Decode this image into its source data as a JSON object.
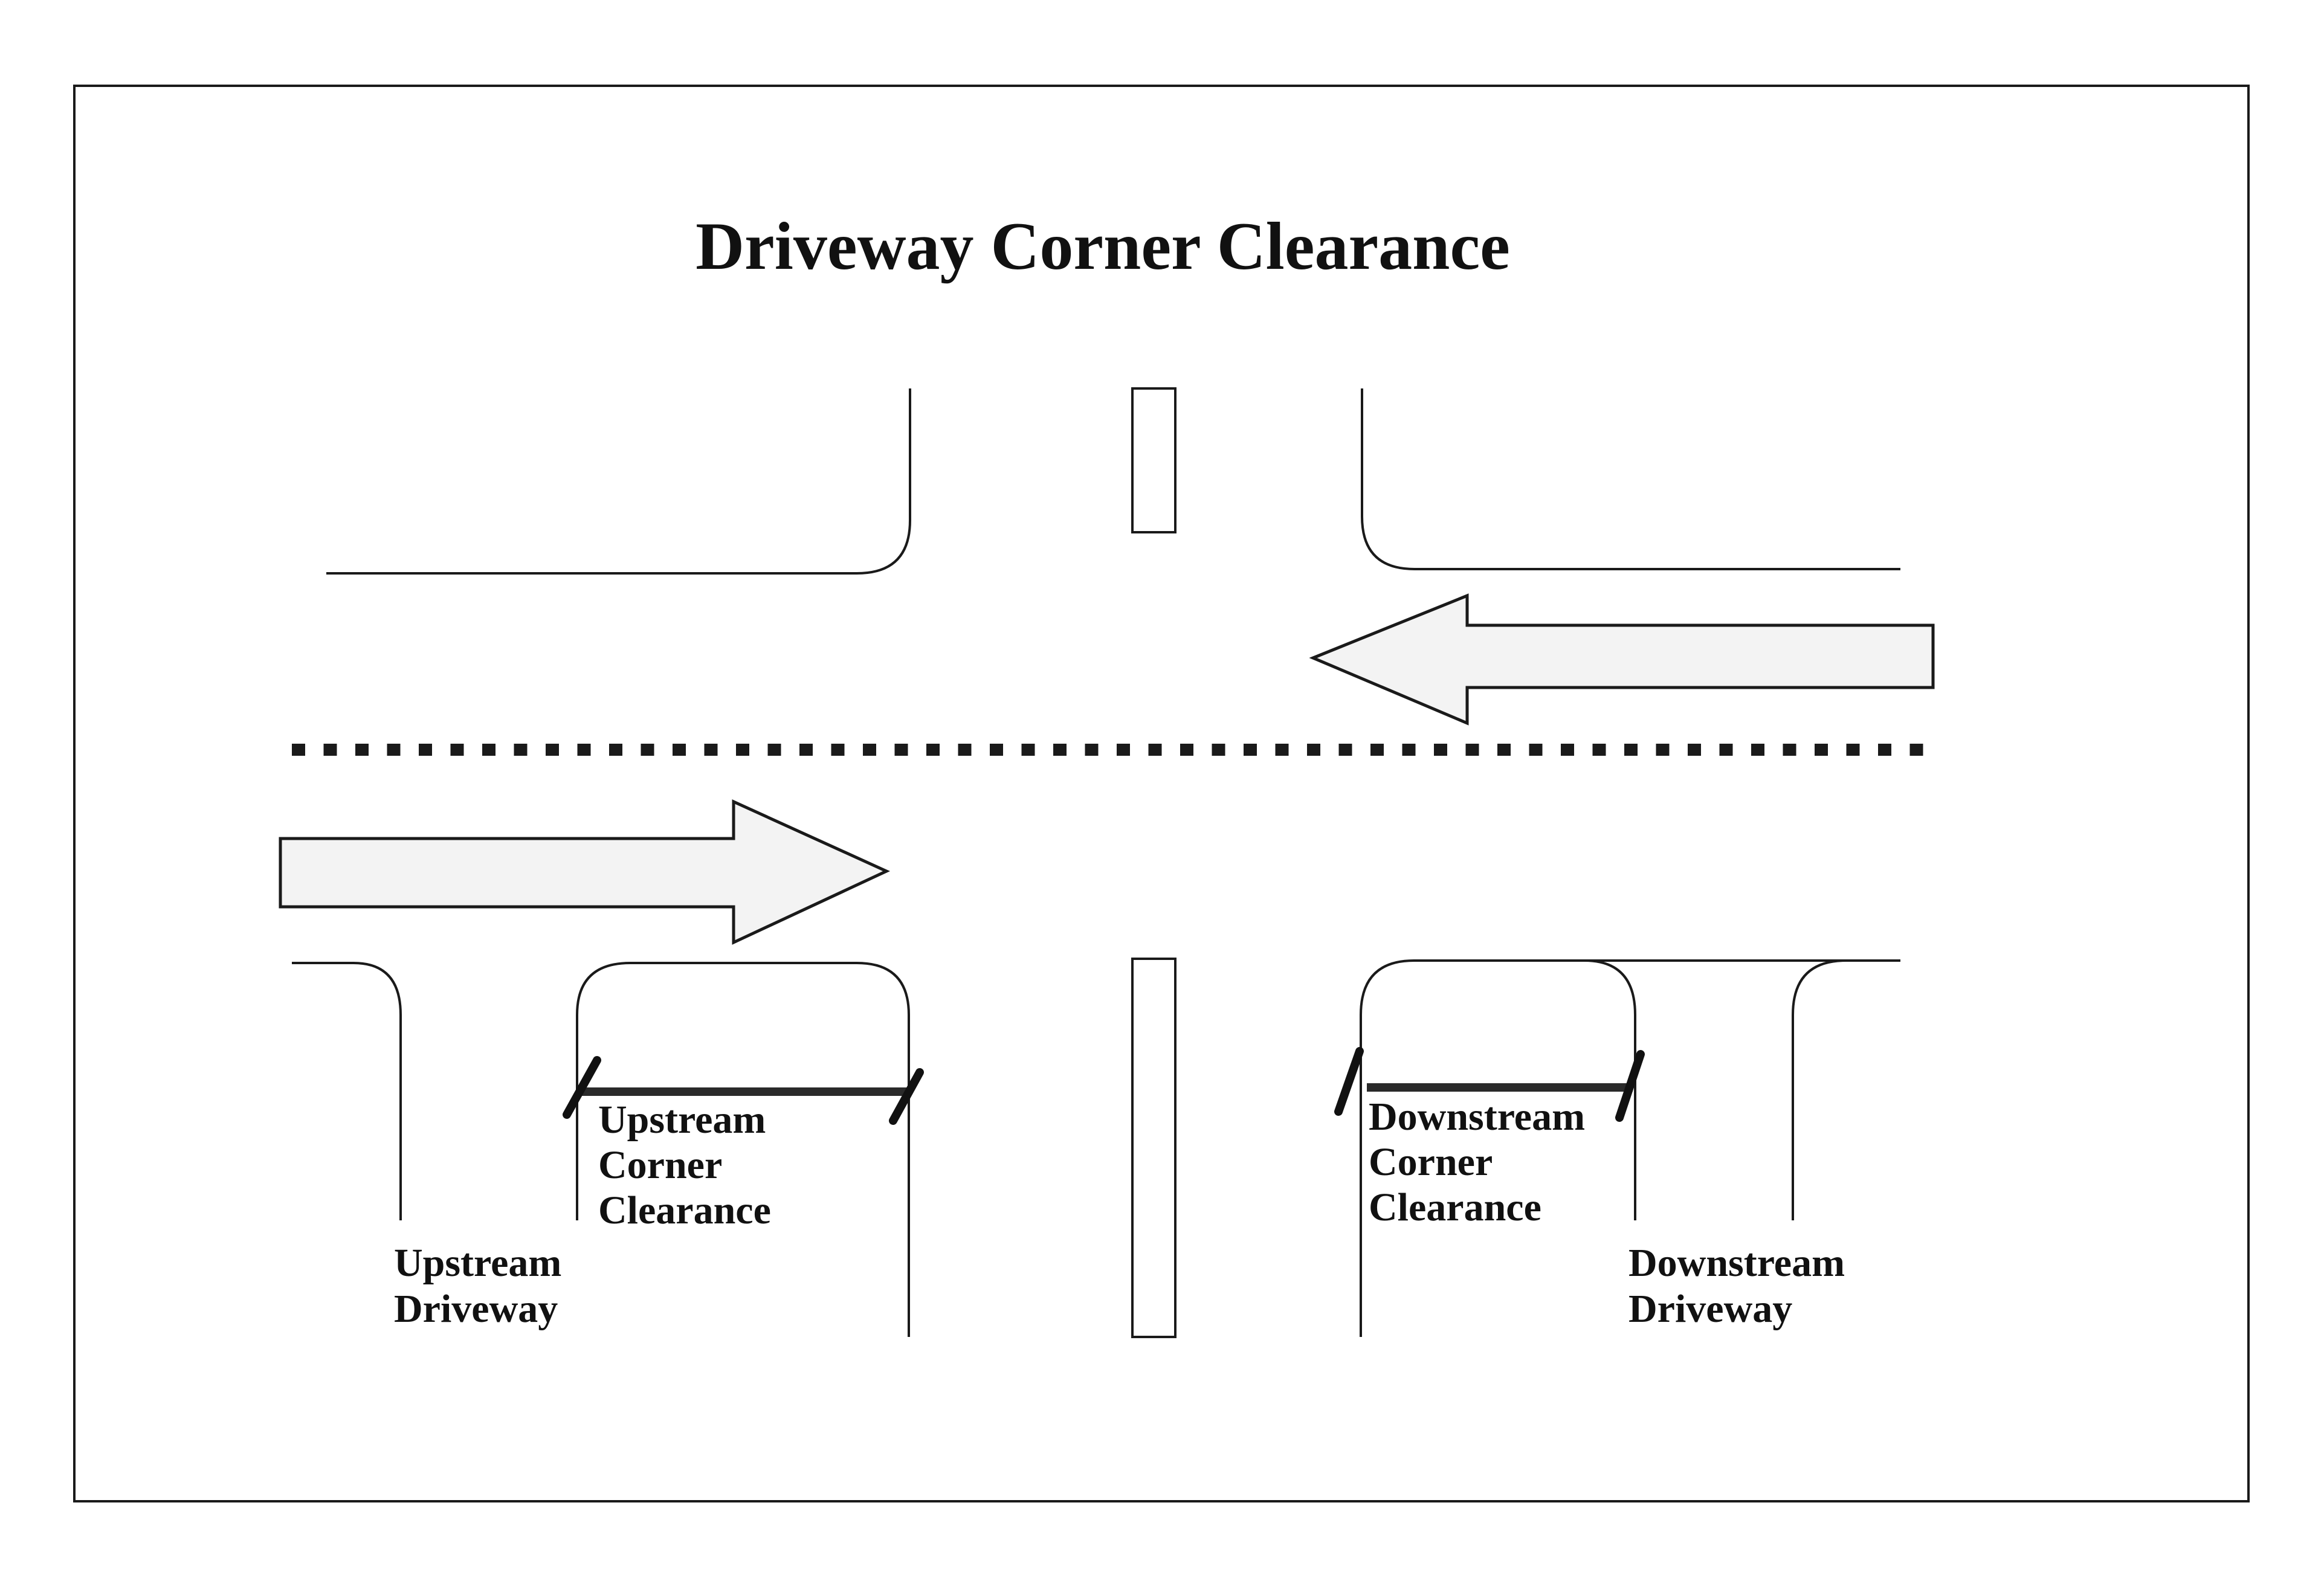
{
  "title": "Driveway Corner Clearance",
  "labels": {
    "upstream_clearance": [
      "Upstream",
      "Corner",
      "Clearance"
    ],
    "downstream_clearance": [
      "Downstream",
      "Corner",
      "Clearance"
    ],
    "upstream_driveway": [
      "Upstream",
      "Driveway"
    ],
    "downstream_driveway": [
      "Downstream",
      "Driveway"
    ]
  },
  "arrows": {
    "eastbound": "right",
    "westbound": "left"
  },
  "colors": {
    "line": "#1a1a1a",
    "arrow_fill": "#f3f3f3",
    "background": "#ffffff"
  }
}
